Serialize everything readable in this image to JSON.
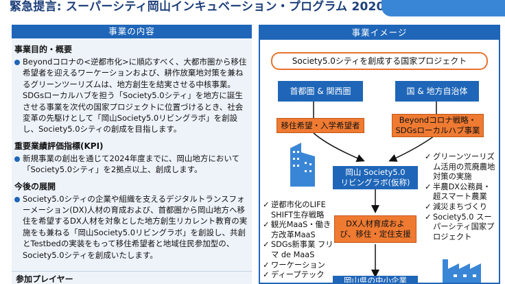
{
  "title": "緊急提言: スーパーシティ岡山インキュベーション・プログラム 2020",
  "left": {
    "header": "事業の内容",
    "sections": [
      {
        "heading": "事業目的・概要",
        "text": "Beyondコロナの<逆都市化>に順応すべく、大都市圏から移住希望者を迎えるワーケーションおよび、耕作放棄地対策を兼ねるグリーンツーリズムは、地方創生を結実させる中核事業。SDGsローカルハブを担う「Society5.0シティ」を地方に誕生させる事業を次代の国家プロジェクトに位置づけるとき、社会変革の先駆けとして「岡山Society5.0リビングラボ」を創設し、Society5.0シティの創成を目指します。"
      },
      {
        "heading": "重要業績評価指標(KPI)",
        "text": "新規事業の創出を通じて2024年度までに、岡山地方において「Society5.0シティ」を2拠点以上、創成します。"
      },
      {
        "heading": "今後の展開",
        "text": "Society5.0シティの企業や組織を支えるデジタルトランスフォーメーション(DX)人材の育成および、首都圏から岡山地方へ移住を希望するDX人材を対象とした地方創生リカレント教育の実施をも兼ねる「岡山Society5.0リビングラボ」を創設し、共創とTestbedの実装をもって移住希望者と地域住民参加型の、Society5.0シティを創成いたします。"
      }
    ],
    "player_label": "参加プレイヤー"
  },
  "right": {
    "header": "事業イメージ",
    "national": "Society5.0シティを創成する国家プロジェクト",
    "metro": "首都圏 & 関西圏",
    "gov": "国 & 地方自治体",
    "migrants": "移住希望・入学希望者",
    "beyond": [
      "Beyondコロナ戦略・",
      "SDGsローカルハブ事業"
    ],
    "lab": [
      "岡山 Society5.0",
      "リビングラボ(仮称)"
    ],
    "dx": [
      "DX人材育成およ",
      "び、移住・定住支援"
    ],
    "sme": "岡山県の中小企業",
    "left_list": [
      "逆都市化のLIFE SHIFT生存戦略",
      "観光MaaS・働き方改革MaaS",
      "SDGs新事業 フリマ de MaaS",
      "ワーケーション",
      "ディープテック"
    ],
    "right_list": [
      "グリーンツーリズム活用の荒廃農地対策の実施",
      "半農DX公務員・超スマート農業",
      "減災まちづくり",
      "Society5.0 スーパーシティ国家プロジェクト"
    ],
    "check_mark": "✓",
    "colors": {
      "blue": "#1f66b8",
      "orange": "#ef7a32",
      "icon": "#3a86d6"
    }
  }
}
